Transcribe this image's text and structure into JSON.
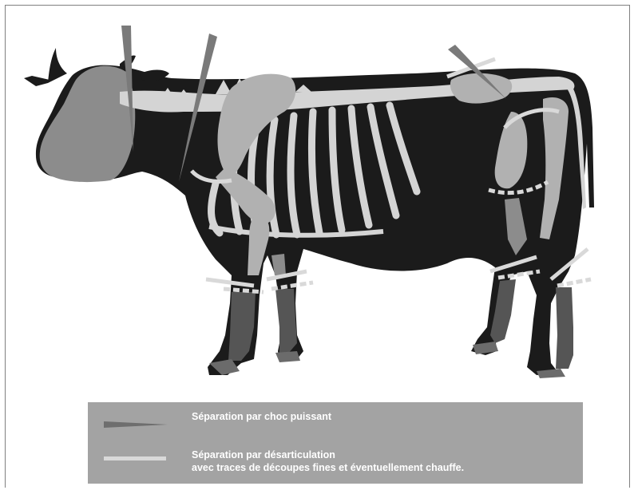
{
  "colors": {
    "body": "#1b1b1b",
    "bone_dark": "#8c8c8c",
    "bone_mid": "#b1b1b1",
    "bone_light": "#d4d4d4",
    "shock_marker": "#7a7a7a",
    "disarticulation_marker": "#d9d9d9",
    "legend_bg": "#a3a3a3",
    "legend_text": "#ffffff"
  },
  "legend": {
    "items": [
      {
        "symbol": "wedge",
        "label": "Séparation par choc puissant"
      },
      {
        "symbol": "bar",
        "label_line1": "Séparation par désarticulation",
        "label_line2": "avec traces de découpes fines et éventuellement  chauffe."
      }
    ]
  }
}
